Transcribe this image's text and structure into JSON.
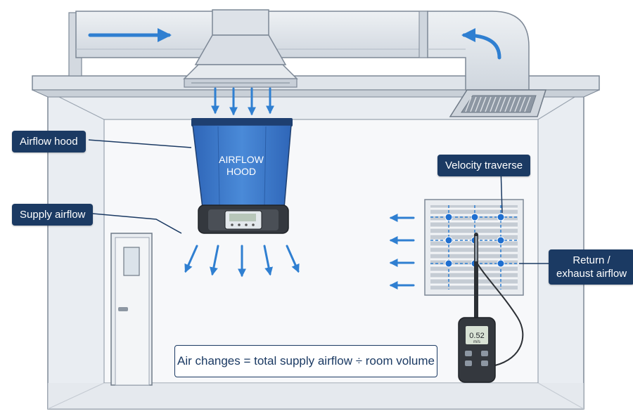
{
  "labels": {
    "airflow_hood": "Airflow hood",
    "supply_airflow": "Supply airflow",
    "velocity_traverse": "Velocity traverse",
    "return_line1": "Return /",
    "return_line2": "exhaust airflow",
    "hood_text_line1": "AIRFLOW",
    "hood_text_line2": "HOOD",
    "meter_reading": "0.52",
    "meter_unit": "m/s"
  },
  "formula": "Air changes = total supply airflow ÷ room volume",
  "colors": {
    "callout_bg": "#1b3a63",
    "arrow_blue": "#2f7fd1",
    "hood_blue": "#3c7bd0",
    "room_gray": "#dde2e8"
  }
}
